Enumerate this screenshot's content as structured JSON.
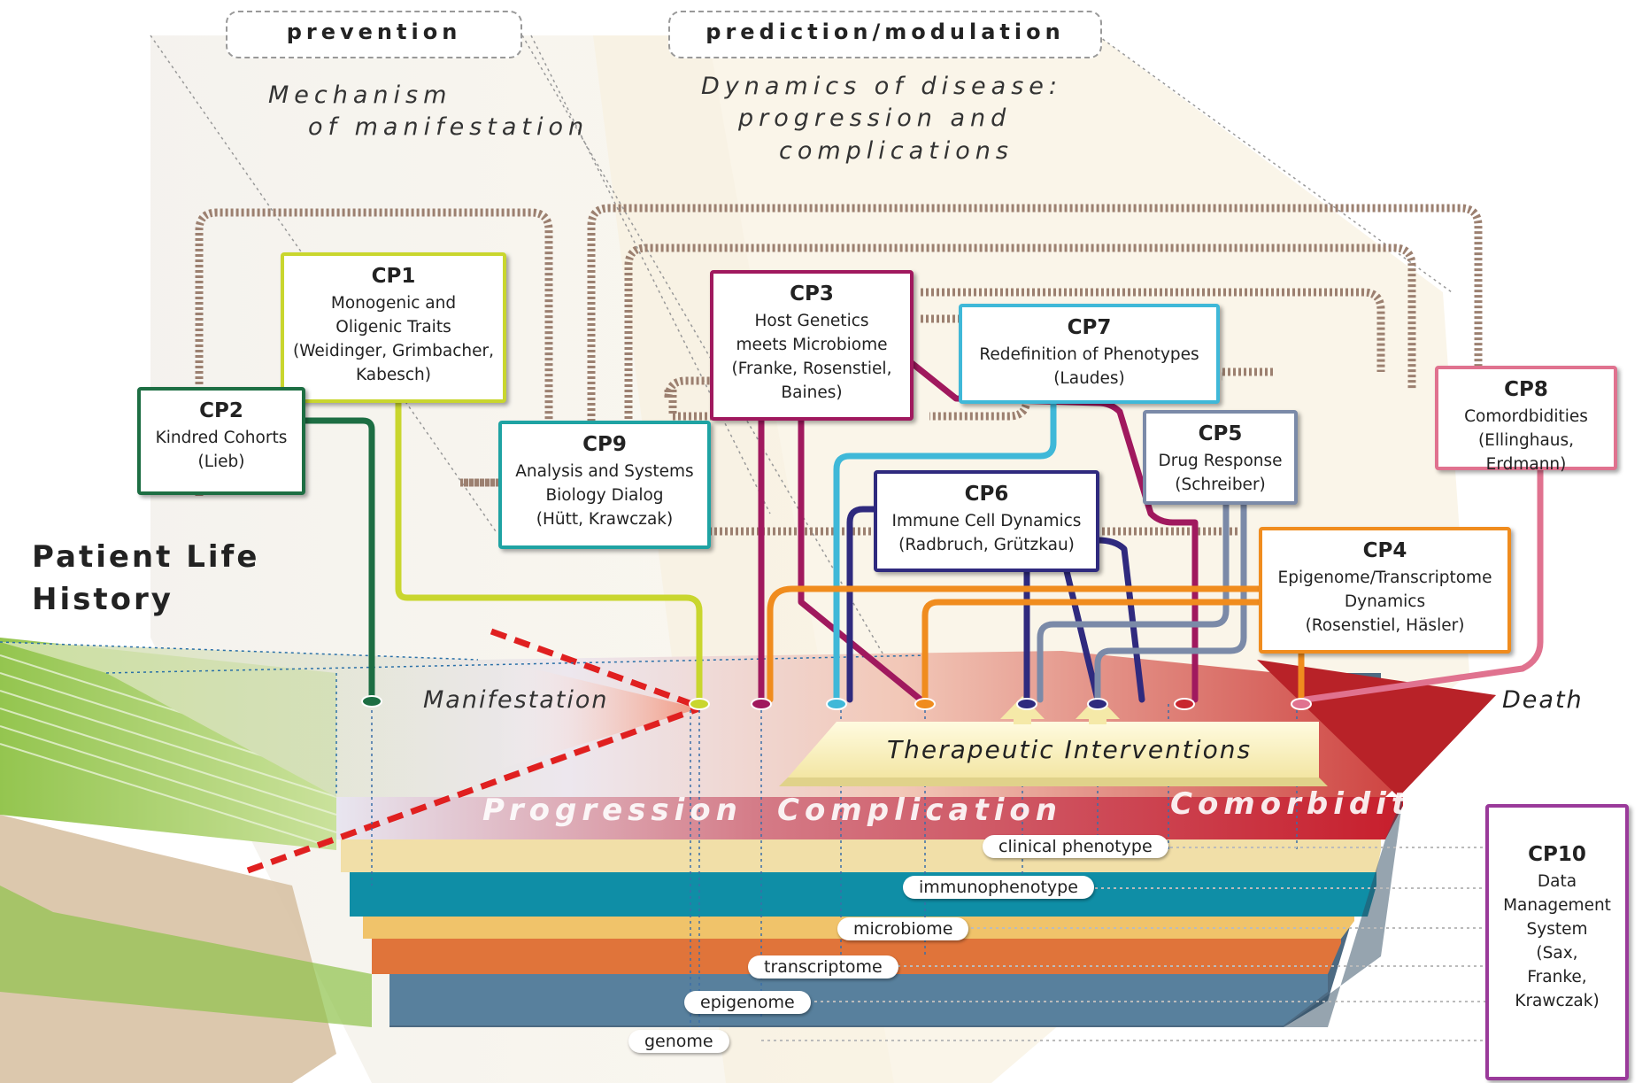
{
  "headers": {
    "prevention": "prevention",
    "prediction": "prediction/modulation"
  },
  "captions": {
    "mechanism_1": "Mechanism",
    "mechanism_2": "of manifestation",
    "dynamics_1": "Dynamics of disease:",
    "dynamics_2": "progression and",
    "dynamics_3": "complications"
  },
  "patient_life_history": {
    "line1": "Patient Life",
    "line2": "History"
  },
  "timeline": {
    "manifestation": "Manifestation",
    "death": "Death",
    "therapeutic_interventions": "Therapeutic Interventions",
    "progression": "Progression",
    "complication": "Complication",
    "comorbidity": "Comorbidity"
  },
  "layers": [
    {
      "label": "clinical phenotype",
      "color": "#c8262f"
    },
    {
      "label": "immunophenotype",
      "color": "#f1dfa8"
    },
    {
      "label": "microbiome",
      "color": "#0f8ea6"
    },
    {
      "label": "transcriptome",
      "color": "#f0c36a"
    },
    {
      "label": "epigenome",
      "color": "#e0743a"
    },
    {
      "label": "genome",
      "color": "#58809d"
    }
  ],
  "projects": {
    "cp1": {
      "id": "CP1",
      "color": "#c9d62e",
      "lines": [
        "Monogenic and",
        "Oligenic Traits",
        "(Weidinger, Grimbacher,",
        "Kabesch)"
      ]
    },
    "cp2": {
      "id": "CP2",
      "color": "#1d6e43",
      "lines": [
        "Kindred Cohorts",
        "(Lieb)"
      ]
    },
    "cp3": {
      "id": "CP3",
      "color": "#a0195e",
      "lines": [
        "Host Genetics",
        "meets Microbiome",
        "(Franke, Rosenstiel,",
        "Baines)"
      ]
    },
    "cp4": {
      "id": "CP4",
      "color": "#f08c1e",
      "lines": [
        "Epigenome/Transcriptome",
        "Dynamics",
        "(Rosenstiel, Häsler)"
      ]
    },
    "cp5": {
      "id": "CP5",
      "color": "#7b8aa8",
      "lines": [
        "Drug Response",
        "(Schreiber)"
      ]
    },
    "cp6": {
      "id": "CP6",
      "color": "#2f2a7e",
      "lines": [
        "Immune Cell Dynamics",
        "(Radbruch, Grützkau)"
      ]
    },
    "cp7": {
      "id": "CP7",
      "color": "#3fb8d8",
      "lines": [
        "Redefinition of Phenotypes",
        "(Laudes)"
      ]
    },
    "cp8": {
      "id": "CP8",
      "color": "#e0728f",
      "lines": [
        "Comordbidities",
        "(Ellinghaus, Erdmann)"
      ]
    },
    "cp9": {
      "id": "CP9",
      "color": "#1fa3a3",
      "lines": [
        "Analysis and Systems",
        "Biology Dialog",
        "(Hütt, Krawczak)"
      ]
    },
    "cp10": {
      "id": "CP10",
      "color": "#9a3a9a",
      "lines": [
        "Data",
        "Management",
        "System",
        "(Sax,",
        "Franke,",
        "Krawczak)"
      ]
    }
  }
}
